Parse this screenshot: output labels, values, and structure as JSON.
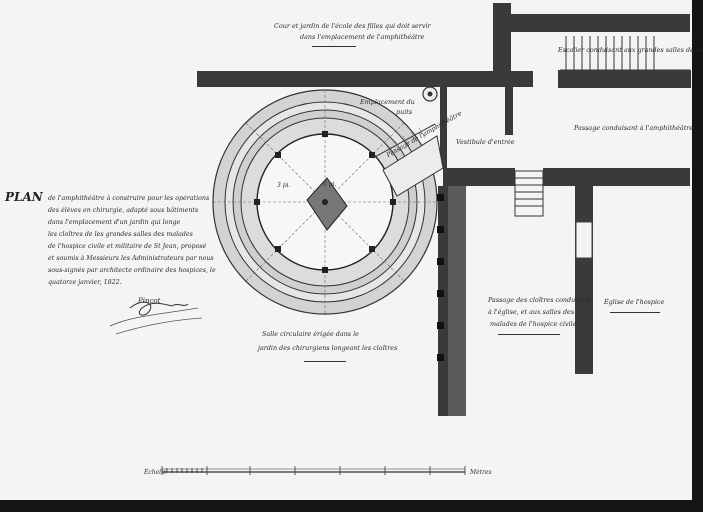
{
  "title": {
    "plan": "PLAN"
  },
  "description": [
    "de l'amphithéâtre à construire pour les opérations",
    "des élèves en chirurgie, adapté sous bâtiments",
    "dans l'emplacement d'un jardin qui longe",
    "les cloîtres de les grandes salles des malades",
    "de l'hospice civile et militaire de St Jean, proposé",
    "et soumis à Messieurs les Administrateurs par nous",
    "sous-signés par architecte ordinaire des hospices, le",
    "quatorze janvier, 1822.",
    ""
  ],
  "signature": "Pincot",
  "plan": {
    "ring_labels": [
      "3 pi.",
      "6 pi."
    ]
  },
  "labels": {
    "garden_top": [
      "Cour et jardin de l'école des filles qui doit servir",
      "dans l'emplacement de l'amphithéâtre"
    ],
    "stair_malades": "Escalier conduisant aux grandes salles de malades",
    "well": [
      "Emplacement du",
      "puits"
    ],
    "vestibule": "Vestibule d'entrée",
    "passage_amphi": "Passage conduisant à l'amphithéâtre",
    "entrance": "Passage de l'amphithéâtre",
    "hall": [
      "Salle circulaire érigée dans le",
      "jardin des chirurgiens longeant les cloîtres"
    ],
    "cloister": [
      "Passage des cloîtres conduisant",
      "à l'église, et aux salles des",
      "malades de l'hospice civile"
    ],
    "church": "Église de l'hospice"
  },
  "scale": {
    "left_label": "Échelle",
    "right_label": "Mètres"
  }
}
